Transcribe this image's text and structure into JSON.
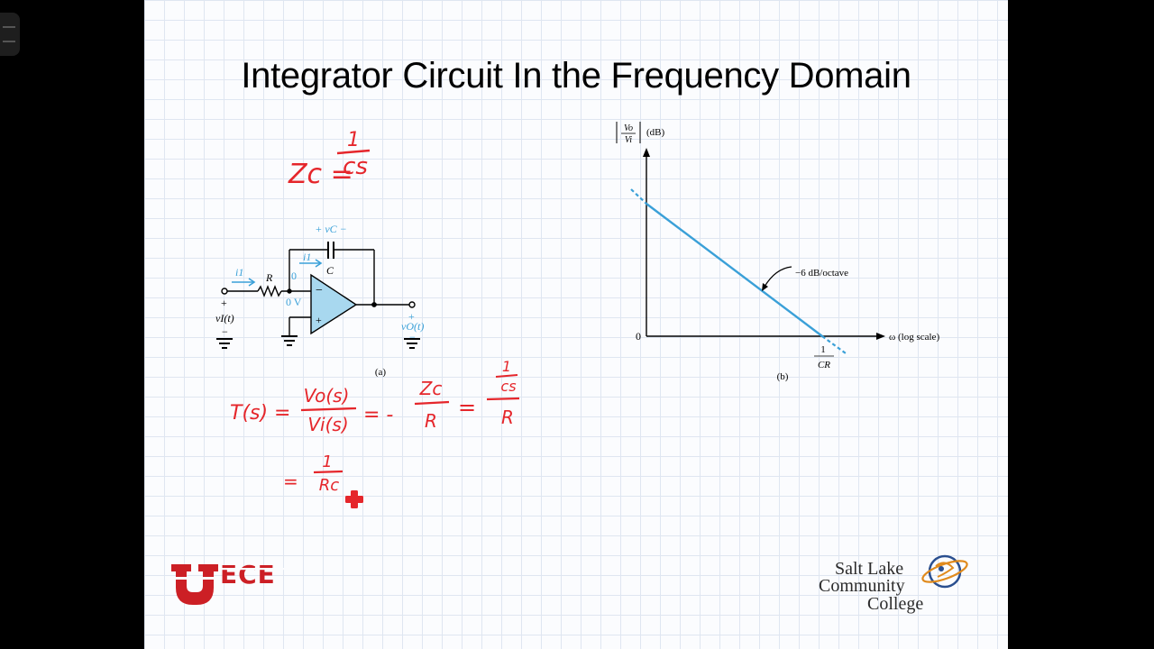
{
  "slide": {
    "title": "Integrator Circuit In the Frequency Domain"
  },
  "colors": {
    "ink": "#e5262b",
    "circuit_blue": "#3aa0d8",
    "opamp_fill": "#a8d8ef",
    "grid": "#dfe6f1",
    "background": "#fbfcfe"
  },
  "handwriting": {
    "zc_def": {
      "lhs": "Zc =",
      "num": "1",
      "den": "cs"
    },
    "tf": {
      "lhs": "T(s) =",
      "frac1_num": "Vo(s)",
      "frac1_den": "Vi(s)",
      "eq2": "= -",
      "frac2_num": "Zc",
      "frac2_den": "R",
      "eq3": "=",
      "frac3_num_num": "1",
      "frac3_num_den": "cs",
      "frac3_den": "R"
    },
    "result": {
      "eq": "=",
      "num": "1",
      "den": "Rc"
    }
  },
  "circuit": {
    "caption": "(a)",
    "vc_label": "+ vC −",
    "i1_label": "i1",
    "r_label": "R",
    "c_label": "C",
    "zero_top": "0",
    "zero_v": "0 V",
    "minus_sign": "−",
    "plus_sign": "+",
    "vi_plus": "+",
    "vi_label": "vI(t)",
    "vi_minus": "−",
    "vo_plus": "+",
    "vo_label": "vO(t)",
    "vo_minus": "−"
  },
  "bode": {
    "caption": "(b)",
    "ylabel_num": "Vo",
    "ylabel_den": "Vi",
    "ylabel_unit": "(dB)",
    "xlabel": "ω (log scale)",
    "origin": "0",
    "slope_label": "−6 dB/octave",
    "crossover_num": "1",
    "crossover_den": "CR"
  },
  "logos": {
    "ece_text": "ECE",
    "college_line1": "Salt Lake",
    "college_line2": "Community",
    "college_line3": "College"
  }
}
